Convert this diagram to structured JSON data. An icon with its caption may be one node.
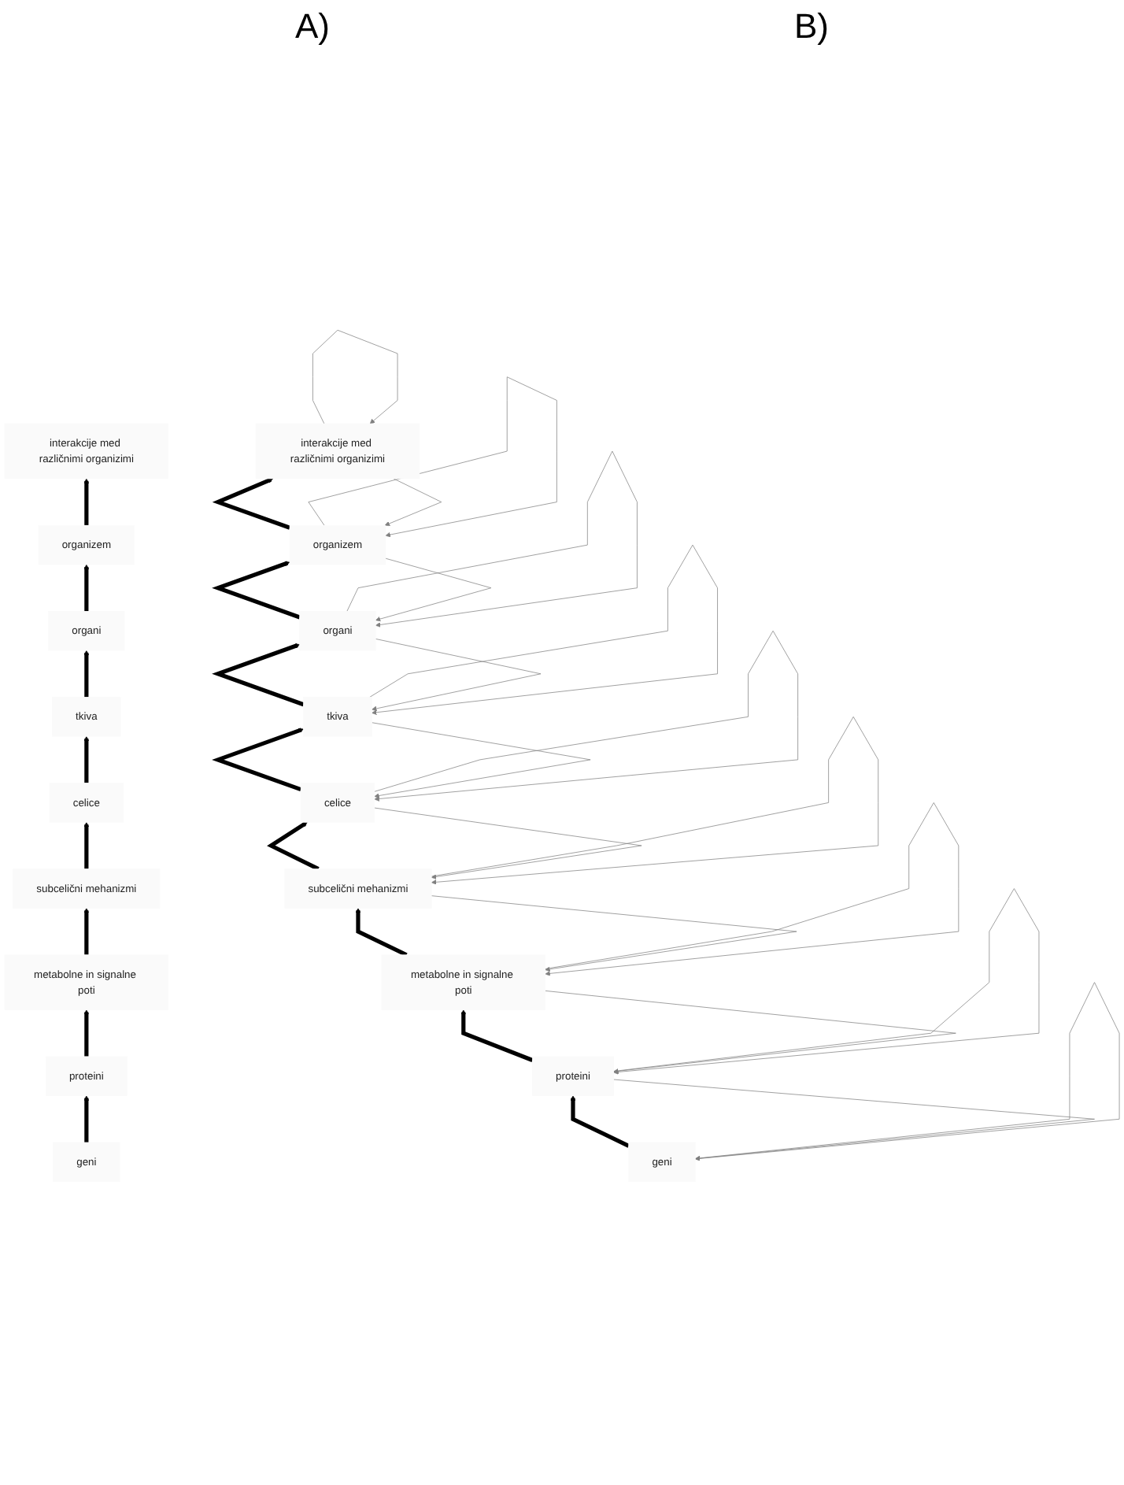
{
  "diagram": {
    "nodes": [
      {
        "text": [
          "interakcije med različnimi organizimi"
        ]
      },
      {
        "text": [
          "organizem"
        ]
      },
      {
        "text": [
          "organi"
        ]
      },
      {
        "text": [
          "tkiva"
        ]
      },
      {
        "text": [
          "celice"
        ]
      },
      {
        "text": [
          "subcelični mehanizmi"
        ]
      },
      {
        "text": [
          "metabolne in signalne poti"
        ]
      },
      {
        "text": [
          "proteini"
        ]
      },
      {
        "text": [
          "geni"
        ]
      },
      {
        "text": [
          "interakcije med različnimi organizimi"
        ]
      },
      {
        "text": [
          "organizem"
        ]
      },
      {
        "text": [
          "organi"
        ]
      },
      {
        "text": [
          "tkiva"
        ]
      },
      {
        "text": [
          "celice"
        ]
      },
      {
        "text": [
          "subcelični mehanizmi"
        ]
      },
      {
        "text": [
          "metabolne in signalne poti"
        ]
      },
      {
        "text": [
          "proteini"
        ]
      },
      {
        "text": [
          "geni"
        ]
      }
    ],
    "edges": [
      {
        "from": 8,
        "to": 7,
        "arrow": "to",
        "style": "thick",
        "color": "#000000"
      },
      {
        "from": 7,
        "to": 6,
        "arrow": "to",
        "style": "thick",
        "color": "#000000"
      },
      {
        "from": 6,
        "to": 5,
        "arrow": "to",
        "style": "thick",
        "color": "#000000"
      },
      {
        "from": 5,
        "to": 4,
        "arrow": "to",
        "style": "thick",
        "color": "#000000"
      },
      {
        "from": 4,
        "to": 3,
        "arrow": "to",
        "style": "thick",
        "color": "#000000"
      },
      {
        "from": 3,
        "to": 2,
        "arrow": "to",
        "style": "thick",
        "color": "#000000"
      },
      {
        "from": 2,
        "to": 1,
        "arrow": "to",
        "style": "thick",
        "color": "#000000"
      },
      {
        "from": 1,
        "to": 0,
        "arrow": "to",
        "style": "thick",
        "color": "#000000"
      },
      {
        "from": 17,
        "to": 16,
        "arrow": "to",
        "style": "thick",
        "color": "#000000"
      },
      {
        "from": 16,
        "to": 15,
        "arrow": "to",
        "style": "thick",
        "color": "#000000"
      },
      {
        "from": 15,
        "to": 14,
        "arrow": "to",
        "style": "thick",
        "color": "#000000"
      },
      {
        "from": 14,
        "to": 13,
        "arrow": "to",
        "style": "thick",
        "color": "#000000"
      },
      {
        "from": 13,
        "to": 12,
        "arrow": "to",
        "style": "thick",
        "color": "#000000"
      },
      {
        "from": 12,
        "to": 11,
        "arrow": "to",
        "style": "thick",
        "color": "#000000"
      },
      {
        "from": 11,
        "to": 10,
        "arrow": "to",
        "style": "thick",
        "color": "#000000"
      },
      {
        "from": 10,
        "to": 9,
        "arrow": "to",
        "style": "thick",
        "color": "#000000"
      },
      {
        "from": 9,
        "to": 10,
        "arrow": "to",
        "color": "#808080"
      },
      {
        "from": 10,
        "to": 11,
        "arrow": "to",
        "color": "#808080"
      },
      {
        "from": 11,
        "to": 12,
        "arrow": "to",
        "color": "#808080"
      },
      {
        "from": 12,
        "to": 13,
        "arrow": "to",
        "color": "#808080"
      },
      {
        "from": 13,
        "to": 14,
        "arrow": "to",
        "color": "#808080"
      },
      {
        "from": 14,
        "to": 15,
        "arrow": "to",
        "color": "#808080"
      },
      {
        "from": 15,
        "to": 16,
        "arrow": "to",
        "color": "#808080"
      },
      {
        "from": 16,
        "to": 17,
        "arrow": "to",
        "color": "#808080"
      },
      {
        "from": 9,
        "to": 9,
        "arrow": "to",
        "color": "#808080"
      },
      {
        "from": 10,
        "to": 10,
        "arrow": "to",
        "color": "#808080"
      },
      {
        "from": 11,
        "to": 11,
        "arrow": "to",
        "color": "#808080"
      },
      {
        "from": 12,
        "to": 12,
        "arrow": "to",
        "color": "#808080"
      },
      {
        "from": 13,
        "to": 13,
        "arrow": "to",
        "color": "#808080"
      },
      {
        "from": 14,
        "to": 14,
        "arrow": "to",
        "color": "#808080"
      },
      {
        "from": 15,
        "to": 15,
        "arrow": "to",
        "color": "#808080"
      },
      {
        "from": 16,
        "to": 16,
        "arrow": "to",
        "color": "#808080"
      },
      {
        "from": 17,
        "to": 17,
        "arrow": "to",
        "color": "#808080"
      }
    ],
    "labels": [
      "A)",
      "B)"
    ]
  }
}
